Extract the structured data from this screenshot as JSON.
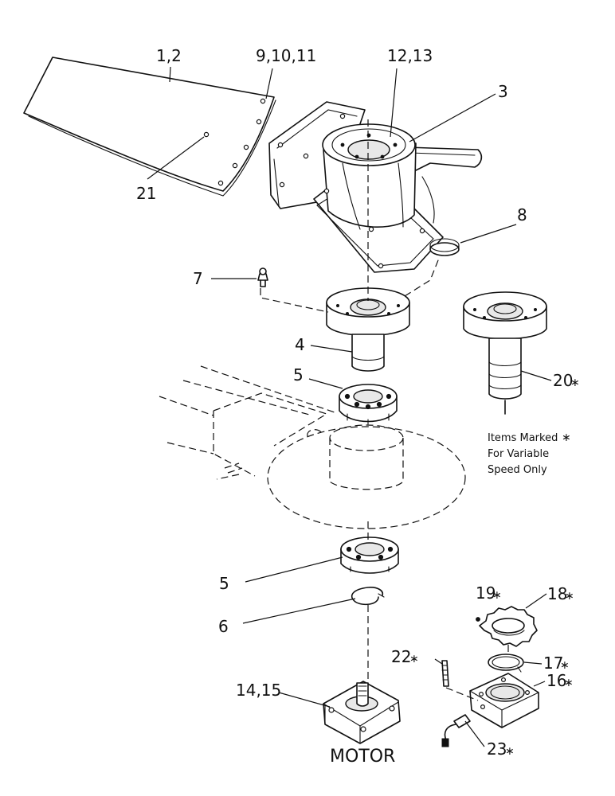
{
  "labels": {
    "blade": "1,2",
    "blade_bolts": "9,10,11",
    "hub_screws": "12,13",
    "housing": "3",
    "blade_hole": "21",
    "cap": "8",
    "grease_fitting": "7",
    "spindle": "4",
    "bearing_upper": "5",
    "spindle_variable": "20",
    "bearing_lower": "5",
    "snap_ring": "6",
    "set_screw": "19",
    "sprocket": "18",
    "stud": "22",
    "ring": "17",
    "sensor_housing": "16",
    "motor_bolts": "14,15",
    "sensor": "23",
    "motor": "MOTOR"
  },
  "marker": "∗",
  "note": {
    "line1": "Items Marked",
    "line2": "For Variable",
    "line3": "Speed Only"
  }
}
